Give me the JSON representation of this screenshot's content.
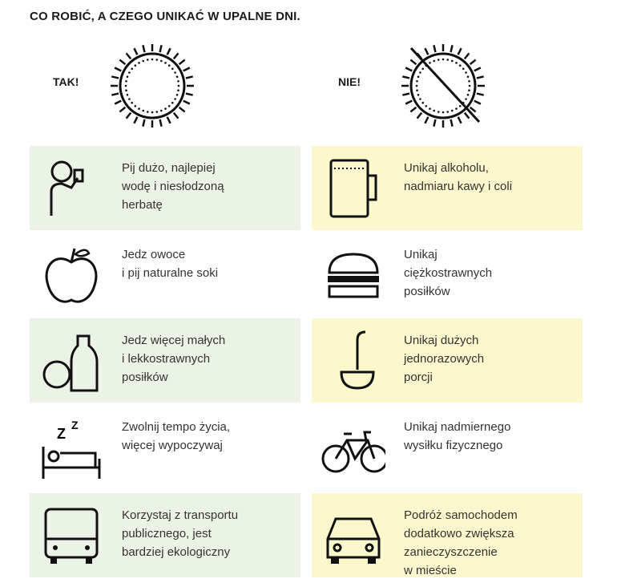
{
  "title": "CO ROBIĆ, A CZEGO UNIKAĆ W UPALNE DNI.",
  "yes_label": "TAK!",
  "no_label": "NIE!",
  "colors": {
    "yes_bg": "#eaf3e6",
    "no_bg": "#fcf7cc"
  },
  "yes_items": [
    {
      "icon": "drinking-person-icon",
      "text": "Pij dużo, najlepiej\nwodę i niesłodzoną\nherbatę"
    },
    {
      "icon": "apple-icon",
      "text": "Jedz owoce\ni pij naturalne soki"
    },
    {
      "icon": "tomato-bottle-icon",
      "text": "Jedz więcej małych\ni lekkostrawnych\nposiłków"
    },
    {
      "icon": "sleeping-bed-icon",
      "text": "Zwolnij tempo życia,\nwięcej wypoczywaj"
    },
    {
      "icon": "bus-icon",
      "text": "Korzystaj z transportu\npublicznego, jest\nbardziej ekologiczny"
    }
  ],
  "no_items": [
    {
      "icon": "beer-mug-icon",
      "text": "Unikaj alkoholu,\nnadmiaru kawy i coli"
    },
    {
      "icon": "burger-icon",
      "text": "Unikaj\nciężkostrawnych\nposiłków"
    },
    {
      "icon": "ladle-icon",
      "text": "Unikaj dużych\njednorazowych\nporcji"
    },
    {
      "icon": "bicycle-icon",
      "text": "Unikaj nadmiernego\nwysiłku fizycznego"
    },
    {
      "icon": "car-icon",
      "text": "Podróż samochodem\ndodatkowo zwiększa\nzanieczyszczenie\nw mieście"
    }
  ]
}
